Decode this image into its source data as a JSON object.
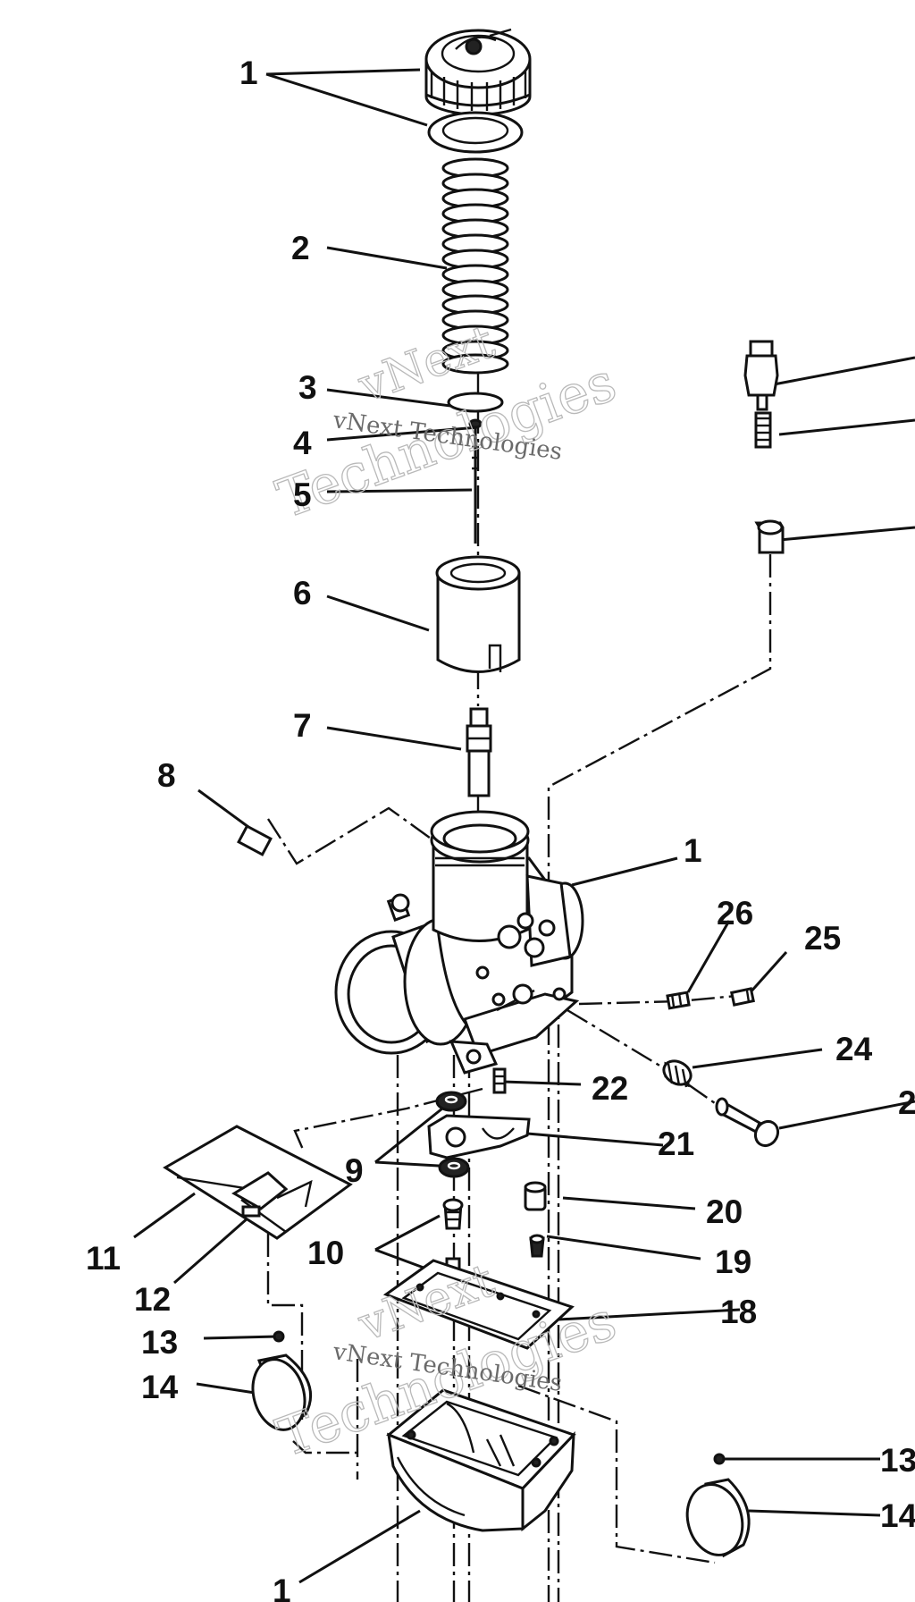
{
  "watermark": {
    "upper_small": "vNext Technologies",
    "upper_large_1": "vNext",
    "upper_large_2": "Technologies",
    "lower_small": "vNext Technologies",
    "lower_large_1": "vNext",
    "lower_large_2": "Technologies"
  },
  "callouts": {
    "c1_top": "1",
    "c2": "2",
    "c3": "3",
    "c4": "4",
    "c5": "5",
    "c6": "6",
    "c7": "7",
    "c8": "8",
    "c1_mid": "1",
    "c26": "26",
    "c25": "25",
    "c24": "24",
    "c23": "2",
    "c22": "22",
    "c21": "21",
    "c9": "9",
    "c20": "20",
    "c19": "19",
    "c10": "10",
    "c11": "11",
    "c12": "12",
    "c18": "18",
    "c13_left": "13",
    "c14_left": "14",
    "c13_right": "13",
    "c14_right": "14",
    "c1_bottom": "1"
  },
  "icons": {
    "top_cap": "mixing-chamber-cap-icon",
    "spring": "throttle-spring-icon",
    "throttle_valve": "throttle-slide-icon",
    "needle_jet": "needle-jet-icon",
    "carb_body": "carburetor-body-icon",
    "float": "float-icon",
    "float_bowl": "float-bowl-icon"
  }
}
